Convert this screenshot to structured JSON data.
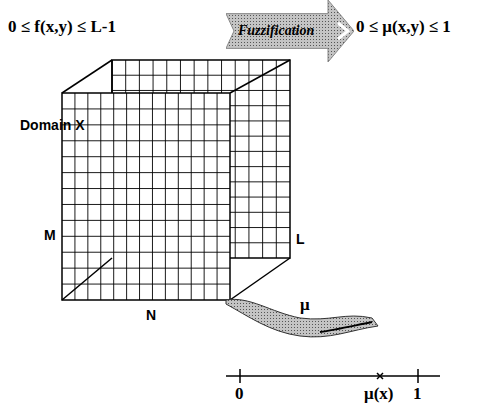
{
  "diagram": {
    "nodes": [
      {
        "text": [
          "Fuzzification"
        ]
      }
    ],
    "labels": [
      "0 ≤ f(x,y) ≤ L-1",
      "0 ≤ μ(x,y) ≤ 1",
      "Domain X",
      "M",
      "N",
      "L",
      "μ",
      "0",
      "μ(x)",
      "1"
    ]
  }
}
